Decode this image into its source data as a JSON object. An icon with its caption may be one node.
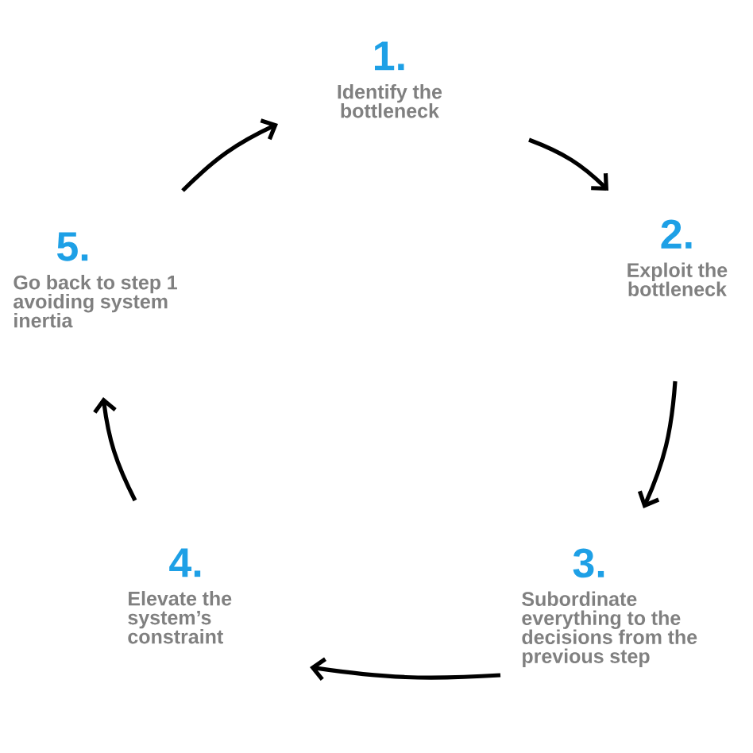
{
  "diagram": {
    "nodes": [
      {
        "text": [
          "1.",
          "Identify the bottleneck"
        ]
      },
      {
        "text": [
          "2.",
          "Exploit the bottleneck"
        ]
      },
      {
        "text": [
          "3.",
          "Subordinate everything to the decisions from the previous step"
        ]
      },
      {
        "text": [
          "4.",
          "Elevate the system’s constraint"
        ]
      },
      {
        "text": [
          "5.",
          "Go back to step 1 avoiding system inertia"
        ]
      }
    ],
    "edges": [
      {
        "from": 0,
        "to": 1,
        "arrow": "to"
      },
      {
        "from": 1,
        "to": 2,
        "arrow": "to"
      },
      {
        "from": 2,
        "to": 3,
        "arrow": "to"
      },
      {
        "from": 3,
        "to": 4,
        "arrow": "to"
      },
      {
        "from": 4,
        "to": 0,
        "arrow": "to"
      }
    ]
  }
}
